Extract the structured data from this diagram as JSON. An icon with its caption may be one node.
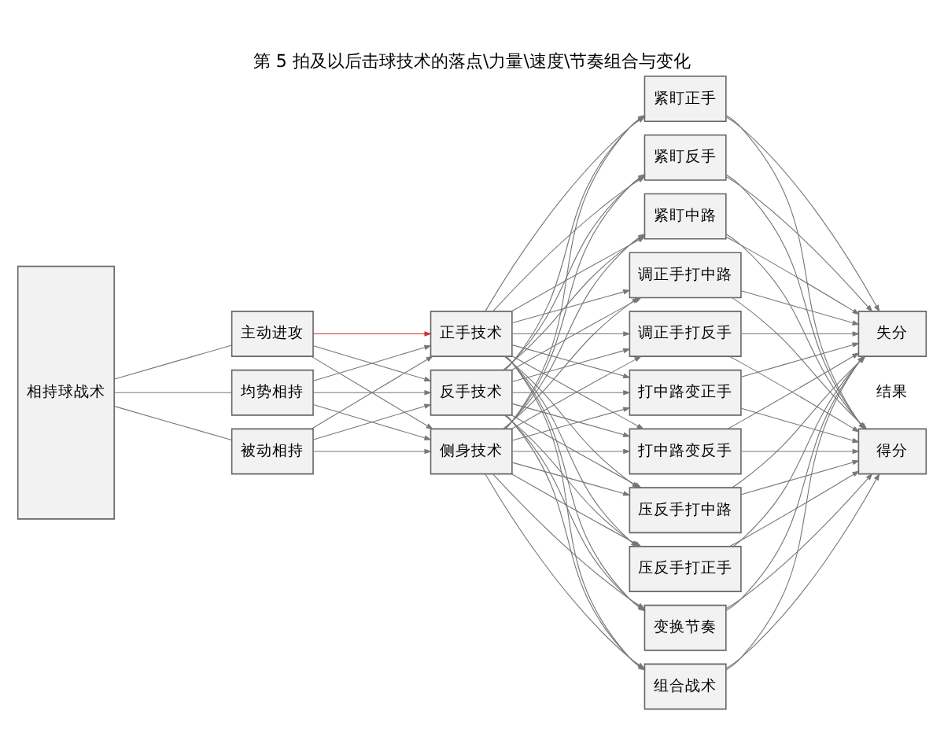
{
  "diagram": {
    "title": "第 5 拍及以后击球技术的落点\\力量\\速度\\节奏组合与变化",
    "nodes": [
      {
        "text": [
          "相持球战术"
        ]
      },
      {
        "text": [
          "主动进攻"
        ]
      },
      {
        "text": [
          "均势相持"
        ]
      },
      {
        "text": [
          "被动相持"
        ]
      },
      {
        "text": [
          "正手技术"
        ]
      },
      {
        "text": [
          "反手技术"
        ]
      },
      {
        "text": [
          "侧身技术"
        ]
      },
      {
        "text": [
          "紧盯正手"
        ]
      },
      {
        "text": [
          "紧盯反手"
        ]
      },
      {
        "text": [
          "紧盯中路"
        ]
      },
      {
        "text": [
          "调正手打中路"
        ]
      },
      {
        "text": [
          "调正手打反手"
        ]
      },
      {
        "text": [
          "打中路变正手"
        ]
      },
      {
        "text": [
          "打中路变反手"
        ]
      },
      {
        "text": [
          "压反手打中路"
        ]
      },
      {
        "text": [
          "压反手打正手"
        ]
      },
      {
        "text": [
          "变换节奏"
        ]
      },
      {
        "text": [
          "组合战术"
        ]
      },
      {
        "text": [
          "得分"
        ]
      },
      {
        "text": [
          "失分"
        ]
      }
    ],
    "edges": [
      {
        "from": 0,
        "to": 1,
        "arrow": "none"
      },
      {
        "from": 0,
        "to": 2,
        "arrow": "none"
      },
      {
        "from": 0,
        "to": 3,
        "arrow": "none"
      },
      {
        "from": 1,
        "to": 4,
        "arrow": "to",
        "color": "#cc3333"
      },
      {
        "from": 1,
        "to": 5,
        "arrow": "to"
      },
      {
        "from": 1,
        "to": 6,
        "arrow": "to"
      },
      {
        "from": 2,
        "to": 4,
        "arrow": "to"
      },
      {
        "from": 2,
        "to": 5,
        "arrow": "to"
      },
      {
        "from": 2,
        "to": 6,
        "arrow": "to"
      },
      {
        "from": 3,
        "to": 4,
        "arrow": "to"
      },
      {
        "from": 3,
        "to": 5,
        "arrow": "to"
      },
      {
        "from": 3,
        "to": 6,
        "arrow": "to"
      },
      {
        "from": 4,
        "to": 7,
        "arrow": "to"
      },
      {
        "from": 4,
        "to": 8,
        "arrow": "to"
      },
      {
        "from": 4,
        "to": 9,
        "arrow": "to"
      },
      {
        "from": 4,
        "to": 10,
        "arrow": "to"
      },
      {
        "from": 4,
        "to": 11,
        "arrow": "to"
      },
      {
        "from": 4,
        "to": 12,
        "arrow": "to"
      },
      {
        "from": 4,
        "to": 13,
        "arrow": "to"
      },
      {
        "from": 4,
        "to": 14,
        "arrow": "to"
      },
      {
        "from": 4,
        "to": 15,
        "arrow": "to"
      },
      {
        "from": 4,
        "to": 16,
        "arrow": "to"
      },
      {
        "from": 4,
        "to": 17,
        "arrow": "to"
      },
      {
        "from": 5,
        "to": 7,
        "arrow": "to"
      },
      {
        "from": 5,
        "to": 8,
        "arrow": "to"
      },
      {
        "from": 5,
        "to": 9,
        "arrow": "to"
      },
      {
        "from": 5,
        "to": 10,
        "arrow": "to"
      },
      {
        "from": 5,
        "to": 11,
        "arrow": "to"
      },
      {
        "from": 5,
        "to": 12,
        "arrow": "to"
      },
      {
        "from": 5,
        "to": 13,
        "arrow": "to"
      },
      {
        "from": 5,
        "to": 14,
        "arrow": "to"
      },
      {
        "from": 5,
        "to": 15,
        "arrow": "to"
      },
      {
        "from": 5,
        "to": 16,
        "arrow": "to"
      },
      {
        "from": 5,
        "to": 17,
        "arrow": "to"
      },
      {
        "from": 6,
        "to": 7,
        "arrow": "to"
      },
      {
        "from": 6,
        "to": 8,
        "arrow": "to"
      },
      {
        "from": 6,
        "to": 9,
        "arrow": "to"
      },
      {
        "from": 6,
        "to": 10,
        "arrow": "to"
      },
      {
        "from": 6,
        "to": 11,
        "arrow": "to"
      },
      {
        "from": 6,
        "to": 12,
        "arrow": "to"
      },
      {
        "from": 6,
        "to": 13,
        "arrow": "to"
      },
      {
        "from": 6,
        "to": 14,
        "arrow": "to"
      },
      {
        "from": 6,
        "to": 15,
        "arrow": "to"
      },
      {
        "from": 6,
        "to": 16,
        "arrow": "to"
      },
      {
        "from": 6,
        "to": 17,
        "arrow": "to"
      },
      {
        "from": 7,
        "to": 18,
        "arrow": "to"
      },
      {
        "from": 7,
        "to": 19,
        "arrow": "to"
      },
      {
        "from": 8,
        "to": 18,
        "arrow": "to"
      },
      {
        "from": 8,
        "to": 19,
        "arrow": "to"
      },
      {
        "from": 9,
        "to": 18,
        "arrow": "to"
      },
      {
        "from": 9,
        "to": 19,
        "arrow": "to"
      },
      {
        "from": 10,
        "to": 18,
        "arrow": "to"
      },
      {
        "from": 10,
        "to": 19,
        "arrow": "to"
      },
      {
        "from": 11,
        "to": 18,
        "arrow": "to"
      },
      {
        "from": 11,
        "to": 19,
        "arrow": "to"
      },
      {
        "from": 12,
        "to": 18,
        "arrow": "to"
      },
      {
        "from": 12,
        "to": 19,
        "arrow": "to"
      },
      {
        "from": 13,
        "to": 18,
        "arrow": "to"
      },
      {
        "from": 13,
        "to": 19,
        "arrow": "to"
      },
      {
        "from": 14,
        "to": 18,
        "arrow": "to"
      },
      {
        "from": 14,
        "to": 19,
        "arrow": "to"
      },
      {
        "from": 15,
        "to": 18,
        "arrow": "to"
      },
      {
        "from": 15,
        "to": 19,
        "arrow": "to"
      },
      {
        "from": 16,
        "to": 18,
        "arrow": "to"
      },
      {
        "from": 16,
        "to": 19,
        "arrow": "to"
      },
      {
        "from": 17,
        "to": 18,
        "arrow": "to"
      },
      {
        "from": 17,
        "to": 19,
        "arrow": "to"
      }
    ],
    "labels": [
      "结果"
    ]
  }
}
